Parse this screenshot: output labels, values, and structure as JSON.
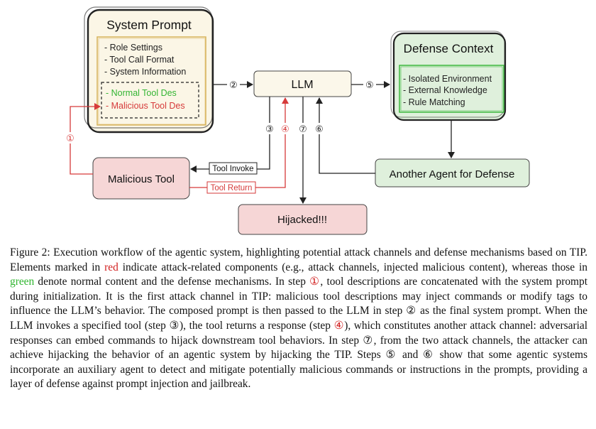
{
  "colors": {
    "red": "#d63a3a",
    "green": "#33b533",
    "node_pink": "#f6d6d6",
    "node_green": "#dff0dc",
    "llm_fill": "#fbf7ea",
    "prompt_fill": "#fbf6e6",
    "prompt_border": "#d8b45c"
  },
  "diagram": {
    "system_prompt": {
      "title": "System Prompt",
      "items": [
        "- Role Settings",
        "- Tool Call Format",
        "- System Information"
      ],
      "normal_tool": "- Normal Tool Des",
      "malicious_tool": "- Malicious Tool Des"
    },
    "llm": {
      "label": "LLM"
    },
    "defense_context": {
      "title": "Defense Context",
      "items": [
        "- Isolated Environment",
        "- External Knowledge",
        "- Rule Matching"
      ]
    },
    "malicious_tool": {
      "label": "Malicious Tool"
    },
    "another_agent": {
      "label": "Another Agent for Defense"
    },
    "hijacked": {
      "label": "Hijacked!!!"
    },
    "edge_labels": {
      "tool_invoke": "Tool Invoke",
      "tool_return": "Tool Return"
    },
    "steps": {
      "s1": "①",
      "s2": "②",
      "s3": "③",
      "s4": "④",
      "s5": "⑤",
      "s6": "⑥",
      "s7": "⑦"
    }
  },
  "caption": {
    "p1": "Figure 2: Execution workflow of the agentic system, highlighting potential attack channels and defense mechanisms based on TIP. Elements marked in ",
    "red_word": "red",
    "p2": " indicate attack-related components (e.g., attack channels, injected malicious content), whereas those in ",
    "green_word": "green",
    "p3": " denote normal content and the defense mechanisms. In step ",
    "step1": "①",
    "p4": ", tool descriptions are concatenated with the system prompt during initialization. It is the first attack channel in TIP: malicious tool descriptions may inject commands or modify tags to influence the LLM’s behavior. The composed prompt is then passed to the LLM in step ② as the final system prompt. When the LLM invokes a specified tool (step ③), the tool returns a response (step ",
    "step4": "④",
    "p5": "), which constitutes another attack channel: adversarial responses can embed commands to hijack downstream tool behaviors. In step ⑦, from the two attack channels, the attacker can achieve hijacking the behavior of an agentic system by hijacking the TIP. Steps ⑤ and ⑥ show that some agentic systems incorporate an auxiliary agent to detect and mitigate potentially malicious commands or instructions in the prompts, providing a layer of defense against prompt injection and jailbreak."
  }
}
